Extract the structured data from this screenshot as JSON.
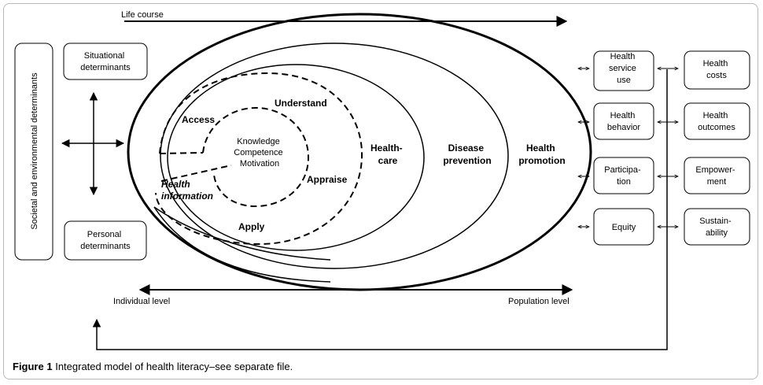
{
  "diagram": {
    "life_course": "Life course",
    "side_label": "Societal and environmental determinants",
    "situational": [
      "Situational",
      "determinants"
    ],
    "personal": [
      "Personal",
      "determinants"
    ],
    "access": "Access",
    "understand": "Understand",
    "appraise": "Appraise",
    "apply": "Apply",
    "core": [
      "Knowledge",
      "Competence",
      "Motivation"
    ],
    "health_information": [
      "Health",
      "information"
    ],
    "healthcare": [
      "Health-",
      "care"
    ],
    "disease_prevention": [
      "Disease",
      "prevention"
    ],
    "health_promotion": [
      "Health",
      "promotion"
    ],
    "individual_level": "Individual level",
    "population_level": "Population level",
    "outcomes_left": [
      [
        "Health",
        "service",
        "use"
      ],
      [
        "Health",
        "behavior"
      ],
      [
        "Participa-",
        "tion"
      ],
      [
        "Equity"
      ]
    ],
    "outcomes_right": [
      [
        "Health",
        "costs"
      ],
      [
        "Health",
        "outcomes"
      ],
      [
        "Empower-",
        "ment"
      ],
      [
        "Sustain-",
        "ability"
      ]
    ]
  },
  "caption": {
    "label": "Figure 1",
    "text": "Integrated model of health literacy–see separate file."
  }
}
